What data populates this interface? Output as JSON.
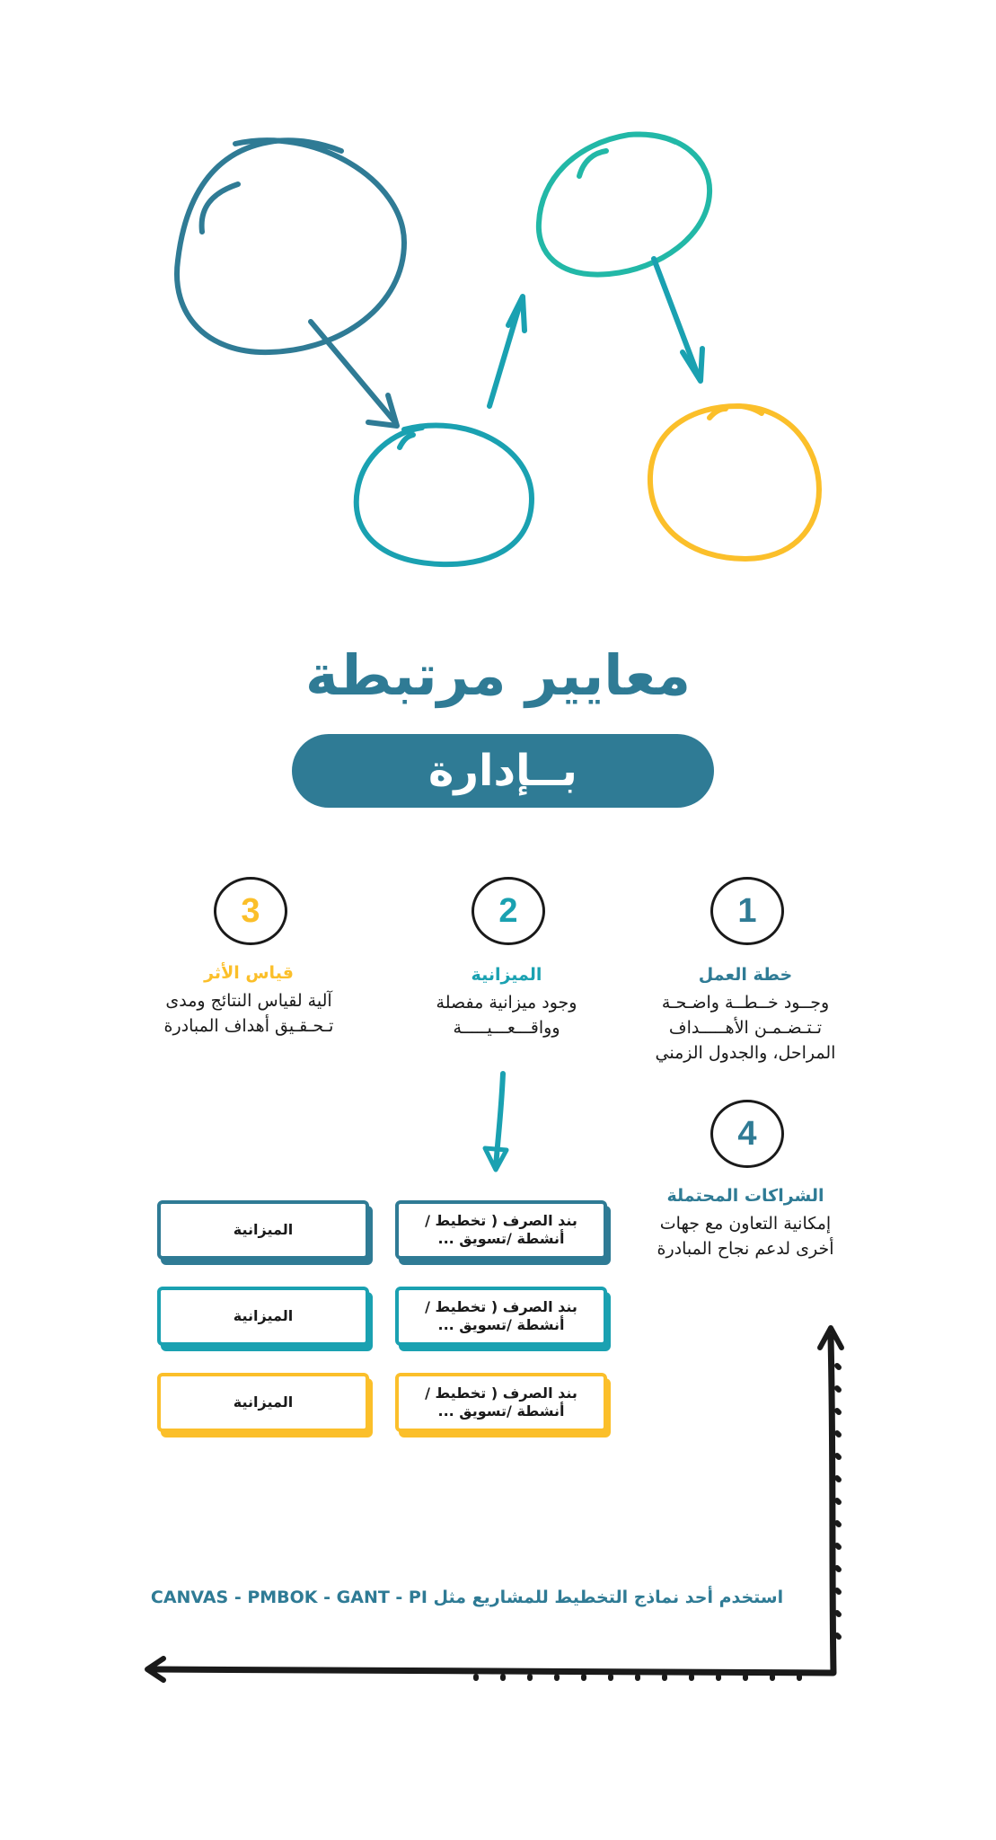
{
  "colors": {
    "dark_teal": "#2f7b95",
    "teal": "#1aa1b1",
    "mint": "#22b8a7",
    "yellow": "#fbbf2a",
    "ink": "#1a1a1a"
  },
  "title": "معايير مرتبطة",
  "subtitle": "بــإدارة الــمـشـــروع",
  "criteria": [
    {
      "number": "1",
      "title": "خطة العمل",
      "desc_lines": [
        "وجــود خــطــة واضـحـة",
        "تـتـضـمـن الأهـــــداف",
        "المراحل، والجدول الزمني"
      ]
    },
    {
      "number": "2",
      "title": "الميزانية",
      "desc_lines": [
        "وجود ميزانية مفصلة",
        "وواقـــعـــيـــــة"
      ]
    },
    {
      "number": "3",
      "title": "قياس الأثر",
      "desc_lines": [
        "آلية لقياس النتائج ومدى",
        "تـحـقـيق أهداف المبادرة"
      ]
    },
    {
      "number": "4",
      "title": "الشراكات المحتملة",
      "desc_lines": [
        "إمكانية التعاون مع جهات",
        "أخرى لدعم نجاح المبادرة"
      ]
    }
  ],
  "budget_rows": [
    {
      "item": "بند الصرف ( تخطيط / أنشطة /تسويق ...",
      "budget": "الميزانية"
    },
    {
      "item": "بند الصرف ( تخطيط / أنشطة /تسويق ...",
      "budget": "الميزانية"
    },
    {
      "item": "بند الصرف ( تخطيط / أنشطة /تسويق ...",
      "budget": "الميزانية"
    }
  ],
  "footer_note": "استخدم أحد نماذج التخطيط للمشاريع مثل CANVAS - PMBOK - GANT - PI"
}
